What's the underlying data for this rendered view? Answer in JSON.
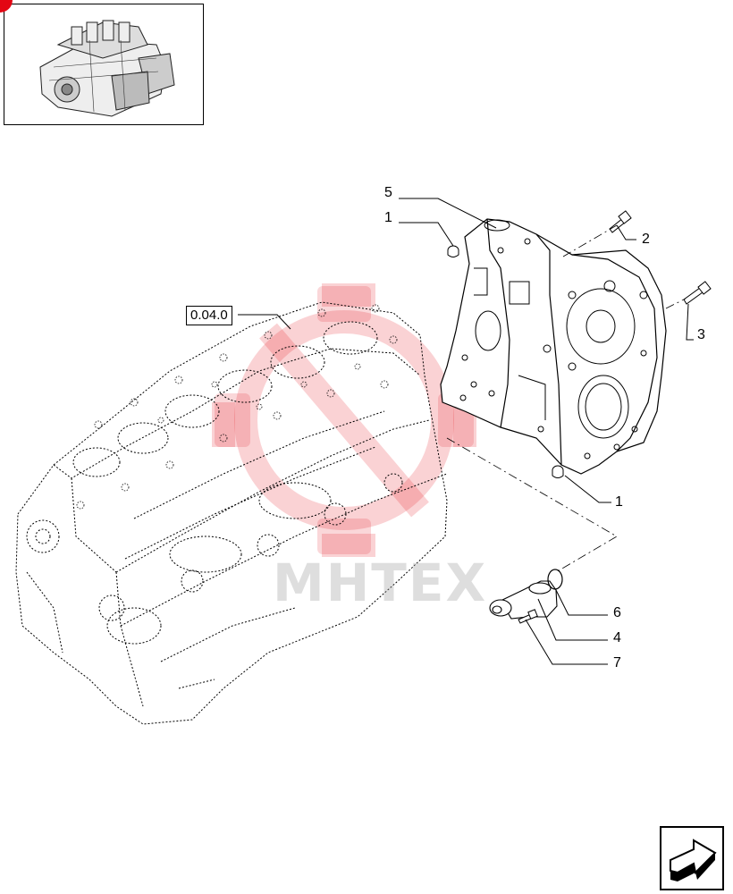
{
  "reference_group": "0.04.0",
  "callouts": {
    "c1_top": "1",
    "c1_bottom": "1",
    "c2": "2",
    "c3": "3",
    "c4": "4",
    "c5": "5",
    "c6": "6",
    "c7": "7"
  },
  "watermark_text": "MHTEX",
  "icons": {
    "corner_mark": "red-corner-tab",
    "next_page": "arrow-right-next-icon"
  },
  "colors": {
    "line": "#000000",
    "watermark_red": "#e30613",
    "watermark_grey": "#a0a0a0"
  }
}
